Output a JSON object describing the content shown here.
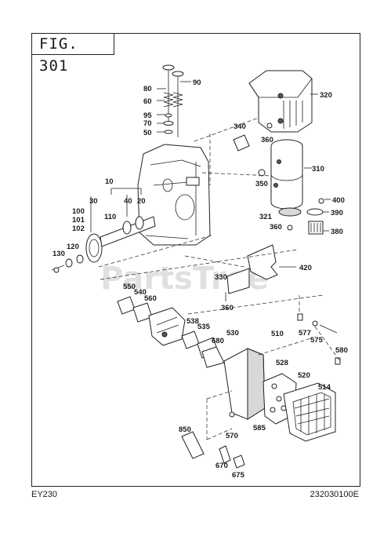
{
  "figure": {
    "title": "FIG. 301"
  },
  "footer": {
    "model": "EY230",
    "doc_number": "232030100E"
  },
  "watermark": "PartsTree",
  "callouts": [
    "90",
    "80",
    "60",
    "95",
    "70",
    "50",
    "10",
    "30",
    "40",
    "20",
    "100",
    "101",
    "102",
    "110",
    "120",
    "130",
    "320",
    "340",
    "360",
    "310",
    "350",
    "400",
    "321",
    "390",
    "360",
    "380",
    "420",
    "330",
    "360",
    "550",
    "540",
    "560",
    "538",
    "535",
    "680",
    "530",
    "510",
    "577",
    "575",
    "580",
    "528",
    "520",
    "514",
    "850",
    "570",
    "585",
    "670",
    "675"
  ]
}
